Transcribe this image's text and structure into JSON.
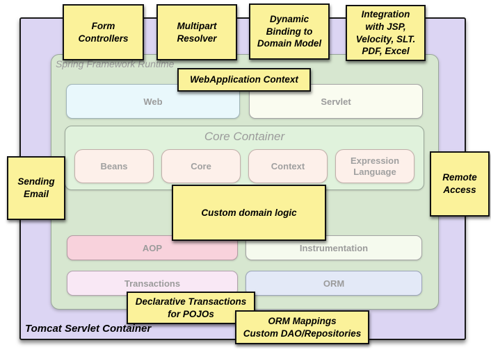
{
  "outer": {
    "label": "Tomcat Servlet Container"
  },
  "runtime": {
    "label": "Spring Framework Runtime"
  },
  "layers": {
    "web": "Web",
    "servlet": "Servlet",
    "aop": "AOP",
    "instrumentation": "Instrumentation",
    "transactions": "Transactions",
    "orm": "ORM"
  },
  "core": {
    "title": "Core Container",
    "modules": [
      "Beans",
      "Core",
      "Context",
      "Expression Language"
    ]
  },
  "notes": {
    "form_controllers": "Form\nControllers",
    "multipart_resolver": "Multipart\nResolver",
    "dynamic_binding": "Dynamic\nBinding to\nDomain Model",
    "integration": "Integration\nwith JSP,\nVelocity, SLT.\nPDF, Excel",
    "webapplication_context": "WebApplication Context",
    "sending_email": "Sending\nEmail",
    "remote_access": "Remote\nAccess",
    "custom_domain_logic": "Custom domain logic",
    "declarative_transactions": "Declarative Transactions\nfor POJOs",
    "orm_mappings": "ORM Mappings\nCustom DAO/Repositories"
  },
  "colors": {
    "sticky_note": "#fbf29a",
    "tomcat_container": "#dcd5f3",
    "runtime_container": "#d7e7d0",
    "core_panel": "#e0f2dc",
    "module_box": "#fdf0ea",
    "web_box": "#e9f8fc",
    "servlet_box": "#fafcf0",
    "aop_box": "#f8d2dc",
    "instrumentation_box": "#f5faee",
    "transactions_box": "#f9e8f5",
    "orm_box": "#e3e9f7",
    "muted_text": "#9b9b9b"
  }
}
